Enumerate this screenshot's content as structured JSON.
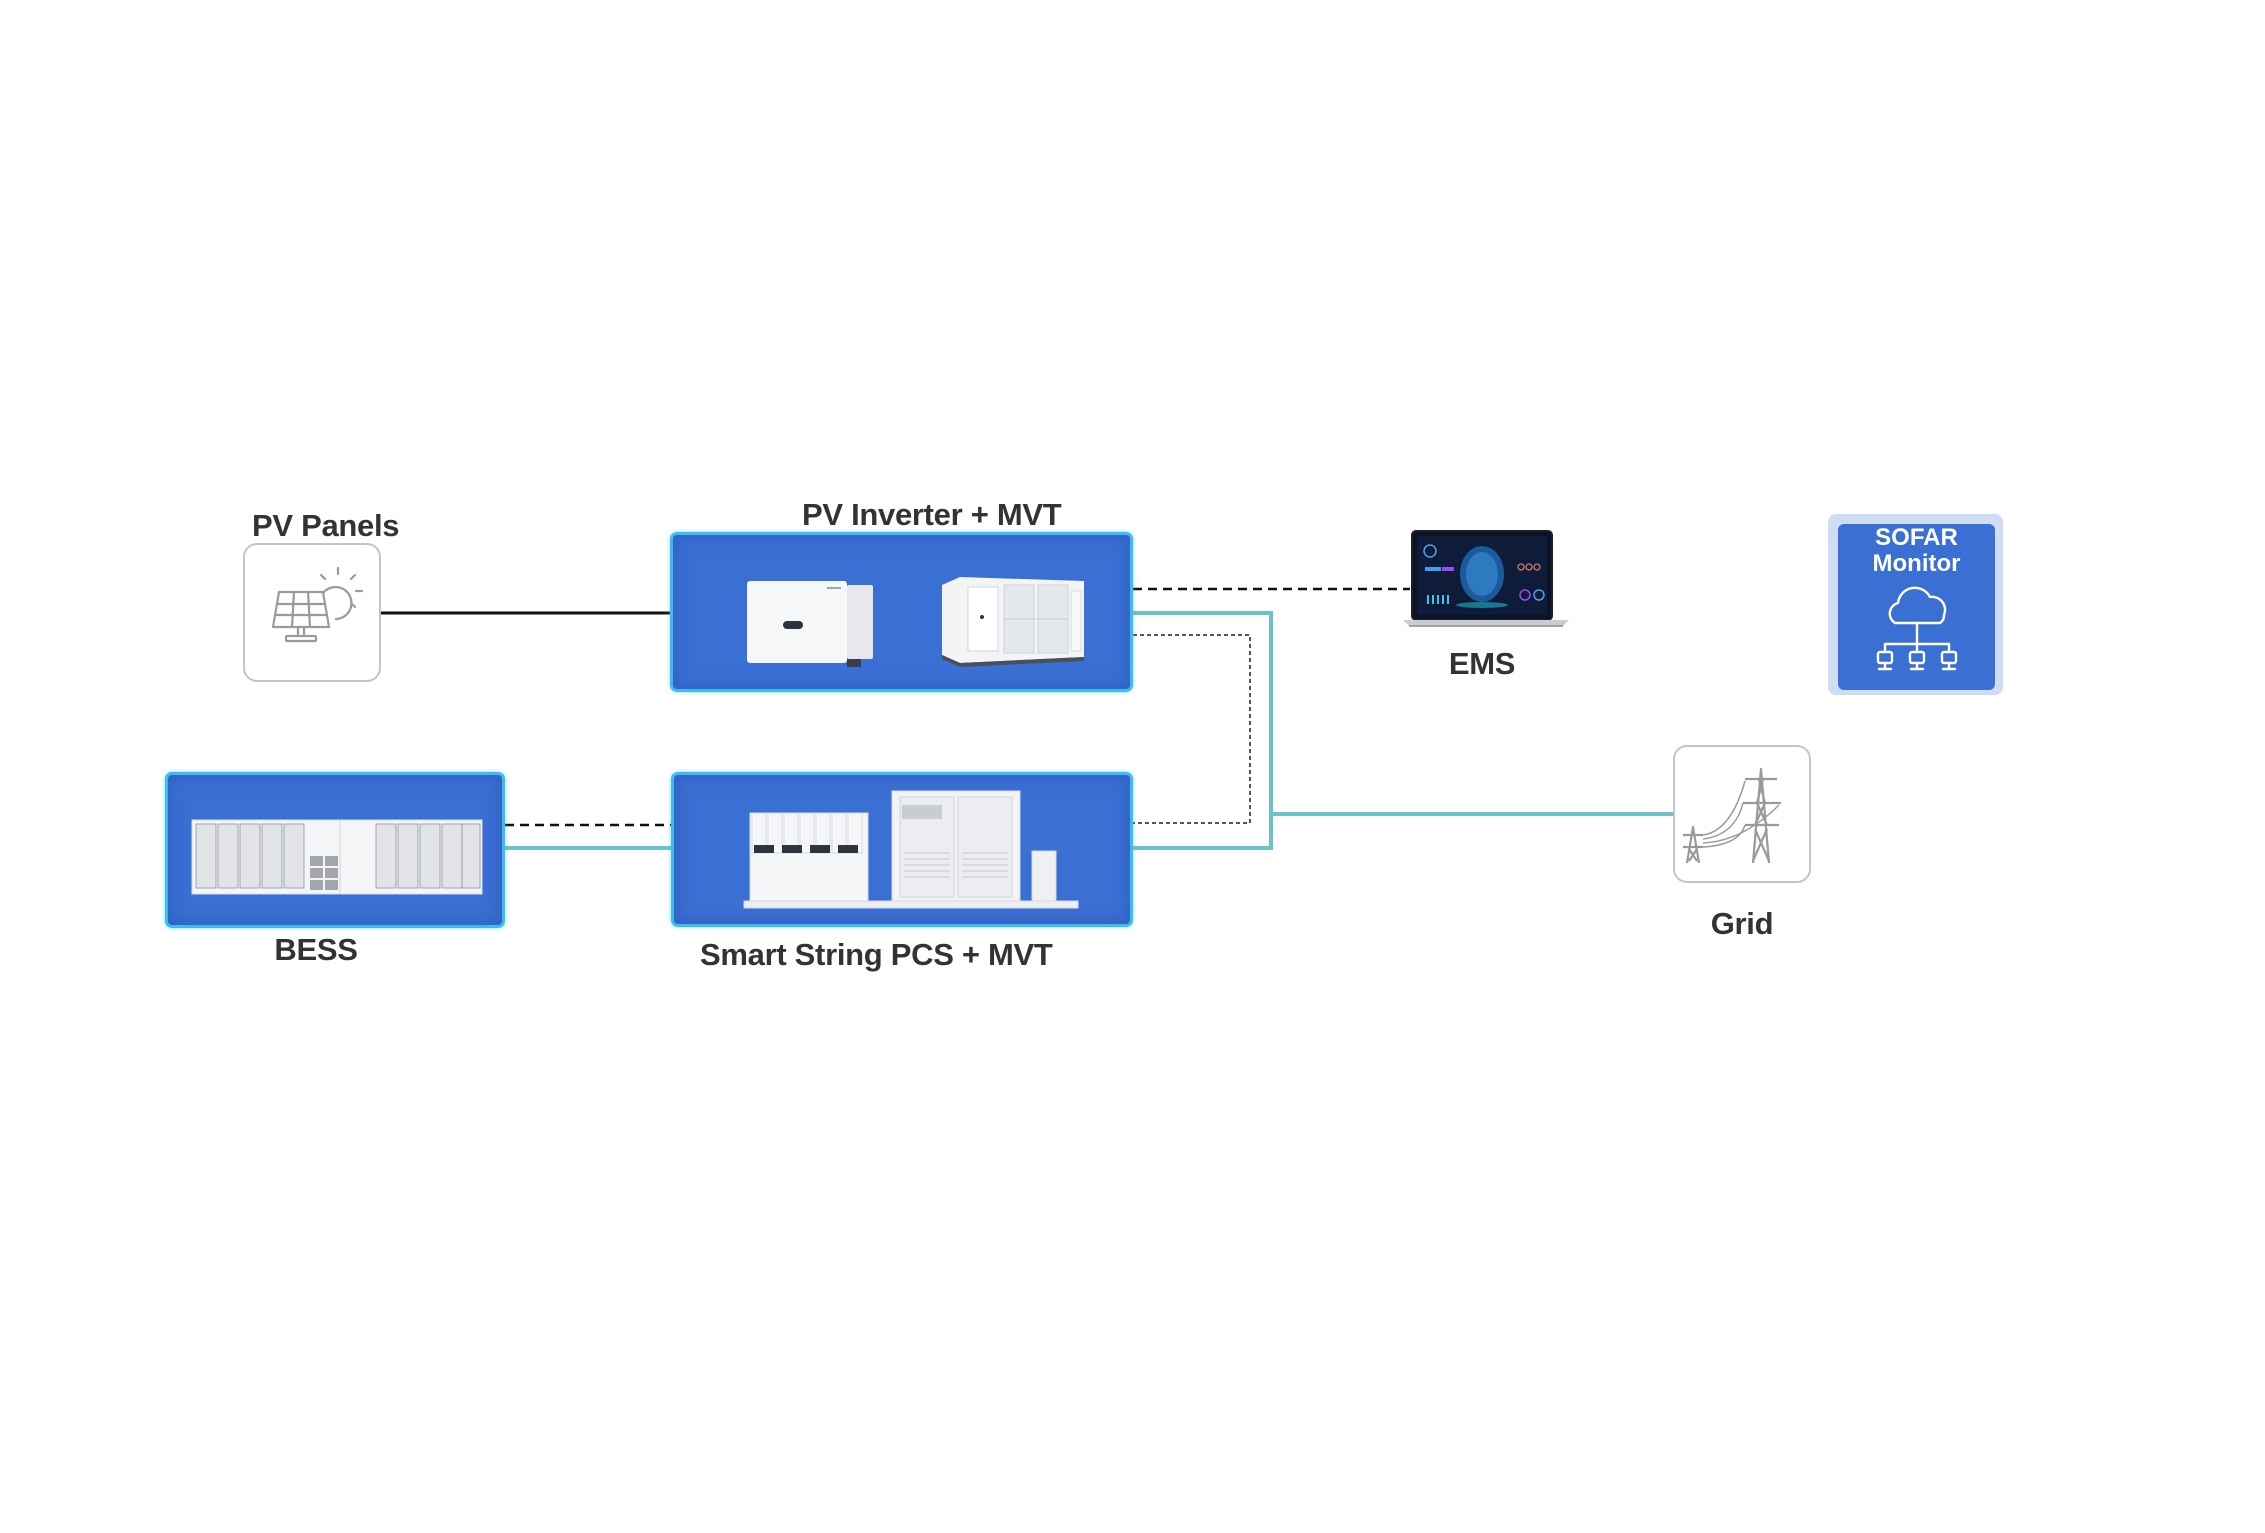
{
  "diagram": {
    "nodes": {
      "pv_panels": {
        "label": "PV Panels",
        "icon": "solar-panel-icon"
      },
      "pv_inverter_mvt": {
        "label": "PV Inverter + MVT",
        "devices": [
          "string-inverter-image",
          "mv-transformer-container-image"
        ]
      },
      "ems": {
        "label": "EMS",
        "icon": "laptop-dashboard-icon"
      },
      "sofar_monitor": {
        "title_line1": "SOFAR",
        "title_line2": "Monitor",
        "icon": "cloud-network-icon"
      },
      "bess": {
        "label": "BESS",
        "device": "battery-container-image"
      },
      "pcs_mvt": {
        "label": "Smart String PCS + MVT",
        "device": "pcs-skid-image"
      },
      "grid": {
        "label": "Grid",
        "icon": "transmission-tower-icon"
      }
    },
    "connections": [
      {
        "from": "PV Panels",
        "to": "PV Inverter + MVT",
        "style": "solid",
        "color": "#111111"
      },
      {
        "from": "PV Inverter + MVT",
        "to": "EMS",
        "style": "dashed",
        "color": "#111111"
      },
      {
        "from": "PV Inverter + MVT",
        "to": "Smart String PCS + MVT",
        "style": "dotted",
        "color": "#555555"
      },
      {
        "from": "PV Inverter + MVT",
        "to": "Grid",
        "style": "solid",
        "color": "#6cc3c7"
      },
      {
        "from": "Smart String PCS + MVT",
        "to": "Grid",
        "style": "solid",
        "color": "#6cc3c7"
      },
      {
        "from": "BESS",
        "to": "Smart String PCS + MVT",
        "style": "dashed",
        "color": "#111111"
      },
      {
        "from": "BESS",
        "to": "Smart String PCS + MVT",
        "style": "solid",
        "color": "#6cc3c7"
      }
    ],
    "colors": {
      "box_fill": "#3a6fd4",
      "box_border": "#3bbdf0",
      "power_line": "#6cc3c7",
      "label_text": "#333333"
    }
  }
}
